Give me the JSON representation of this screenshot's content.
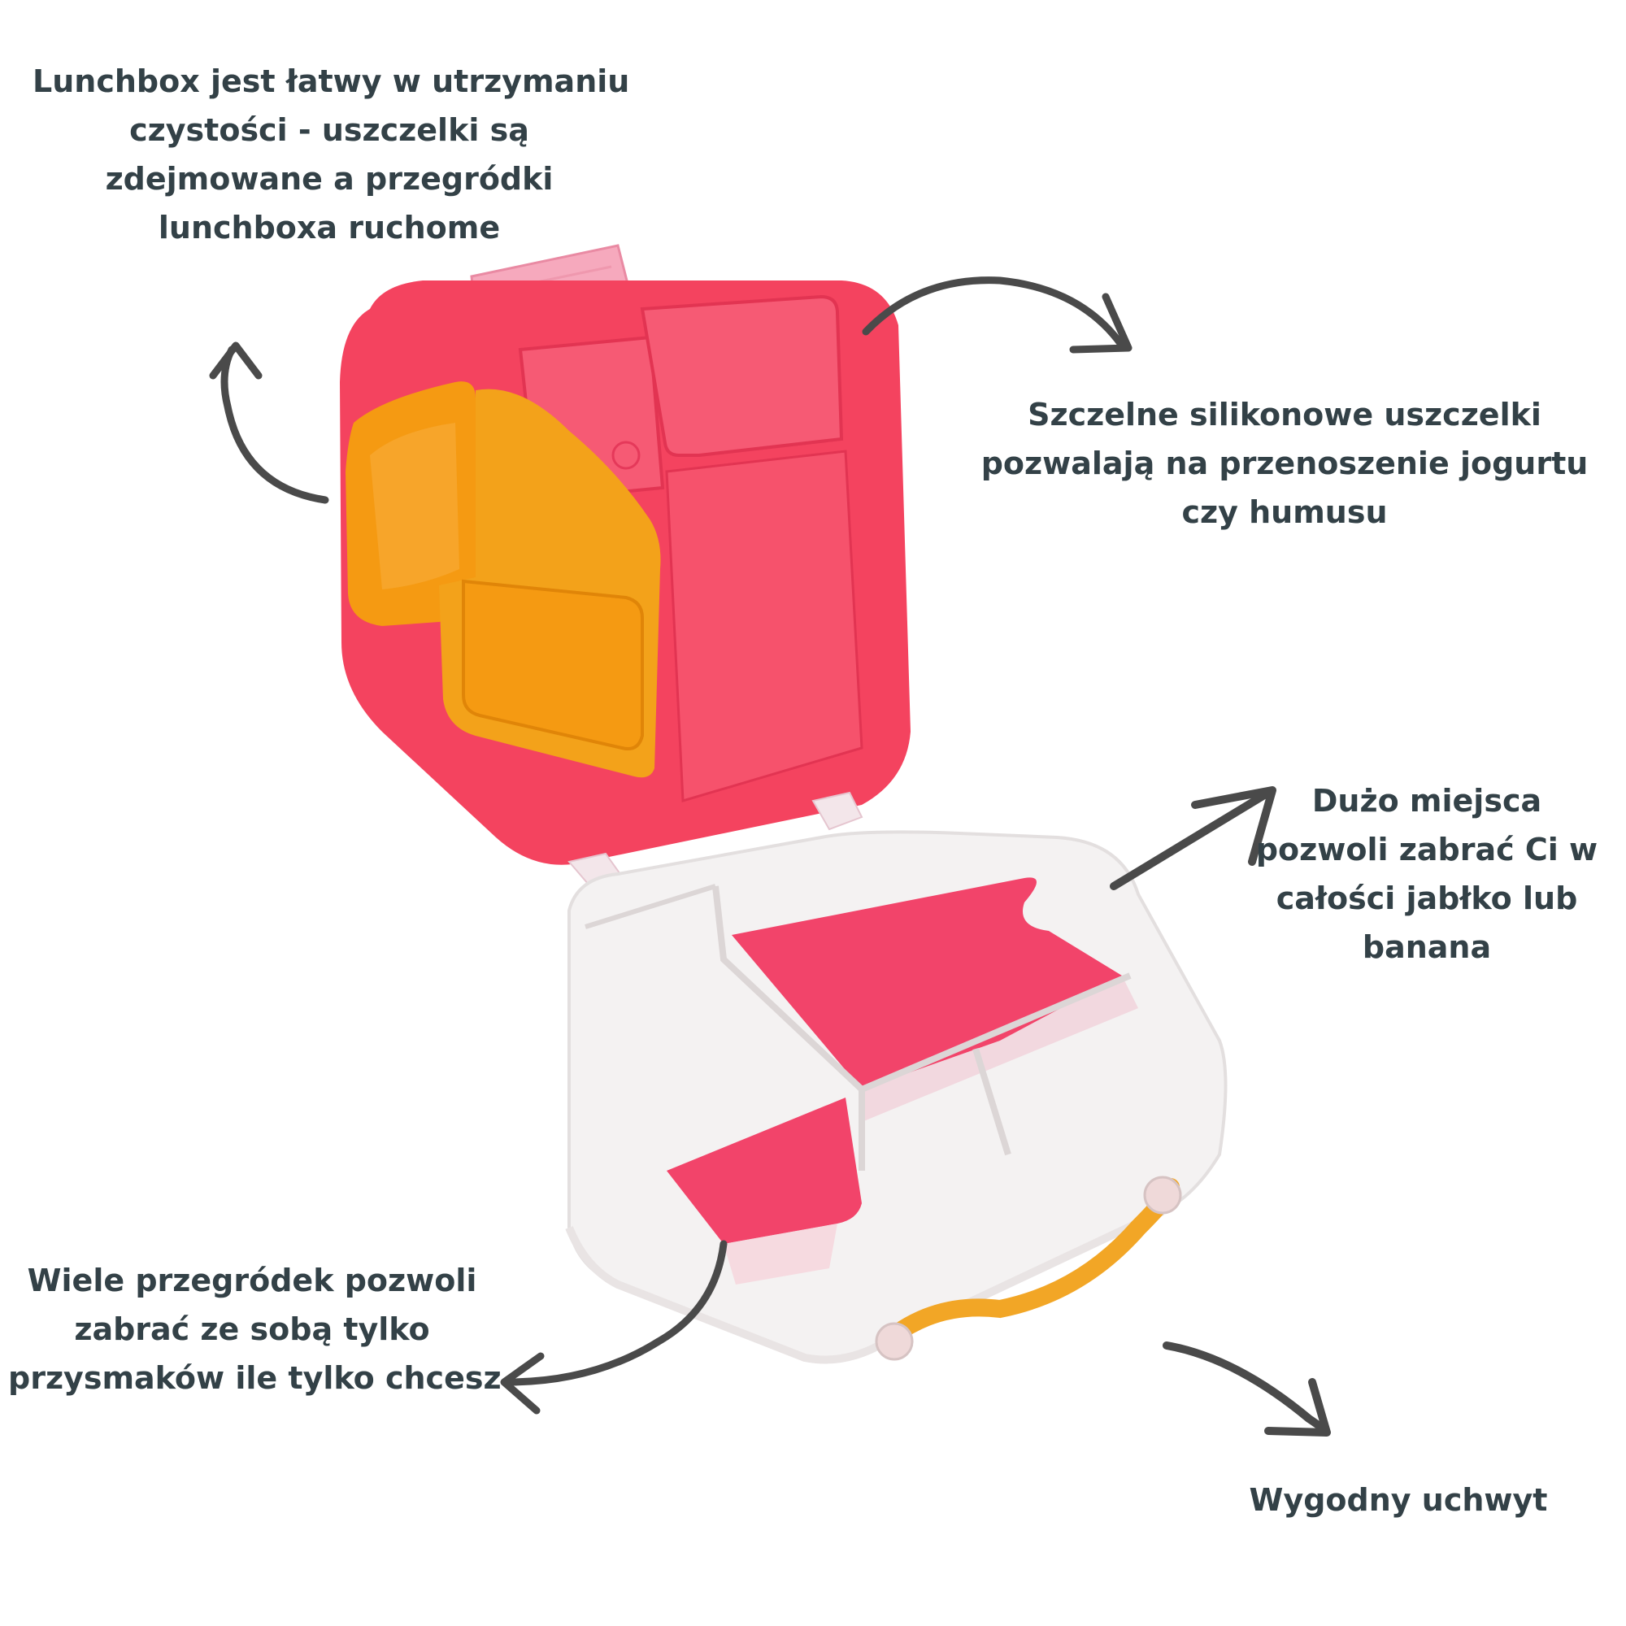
{
  "captions": {
    "cleaning": {
      "lines": [
        "Lunchbox jest łatwy w utrzymaniu",
        "czystości - uszczelki są",
        "zdejmowane a przegródki",
        "lunchboxa ruchome"
      ]
    },
    "seals": {
      "lines": [
        "Szczelne silikonowe uszczelki",
        "pozwalają na przenoszenie jogurtu",
        "czy humusu"
      ]
    },
    "space": {
      "lines": [
        "Dużo miejsca",
        "pozwoli zabrać Ci w",
        "całości jabłko lub",
        "banana"
      ]
    },
    "compartments": {
      "lines": [
        "Wiele przegródek pozwoli",
        "zabrać ze sobą tylko",
        "przysmaków ile tylko chcesz"
      ]
    },
    "handle": {
      "lines": [
        "Wygodny uchwyt"
      ]
    }
  },
  "colors": {
    "text": "#334147",
    "arrow": "#4a4a4a",
    "lid": "#f4435f",
    "lid_dark": "#e02e4d",
    "insert": "#f59a12",
    "insert_dark": "#ee8a05",
    "tray_pink": "#f2446a",
    "handle": "#f2a626"
  }
}
